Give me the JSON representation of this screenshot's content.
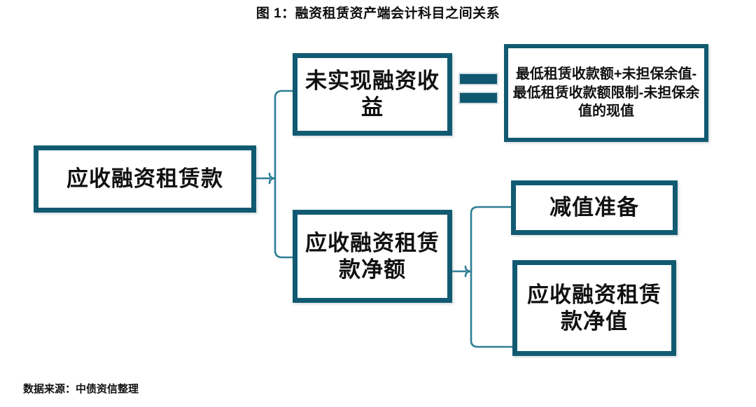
{
  "figure": {
    "title": "图 1：融资租赁资产端会计科目之间关系",
    "source_note": "数据来源：中债资信整理",
    "accent_color": "#115A72",
    "connector_color": "#2E7E96",
    "background_color": "#FFFFFF",
    "text_color": "#111111"
  },
  "diagram": {
    "type": "tree",
    "nodes": [
      {
        "id": "root",
        "label": "应收融资租赁款",
        "role": "root"
      },
      {
        "id": "unrealized",
        "label": "未实现融资收益",
        "role": "branch"
      },
      {
        "id": "formula",
        "label": "最低租赁收款额+未担保余值-最低租赁收款额限制-未担保余值的现值",
        "role": "definition"
      },
      {
        "id": "net-amount",
        "label": "应收融资租赁款净额",
        "role": "branch"
      },
      {
        "id": "impairment",
        "label": "减值准备",
        "role": "leaf"
      },
      {
        "id": "net-value",
        "label": "应收融资租赁款净值",
        "role": "leaf"
      }
    ],
    "edges": [
      {
        "from": "root",
        "to": "unrealized",
        "style": "bracket"
      },
      {
        "from": "root",
        "to": "net-amount",
        "style": "bracket"
      },
      {
        "from": "unrealized",
        "to": "formula",
        "style": "equals"
      },
      {
        "from": "net-amount",
        "to": "impairment",
        "style": "bracket"
      },
      {
        "from": "net-amount",
        "to": "net-value",
        "style": "bracket"
      }
    ],
    "operator": {
      "id": "equals",
      "symbol": "=",
      "name": "equals-sign"
    }
  }
}
